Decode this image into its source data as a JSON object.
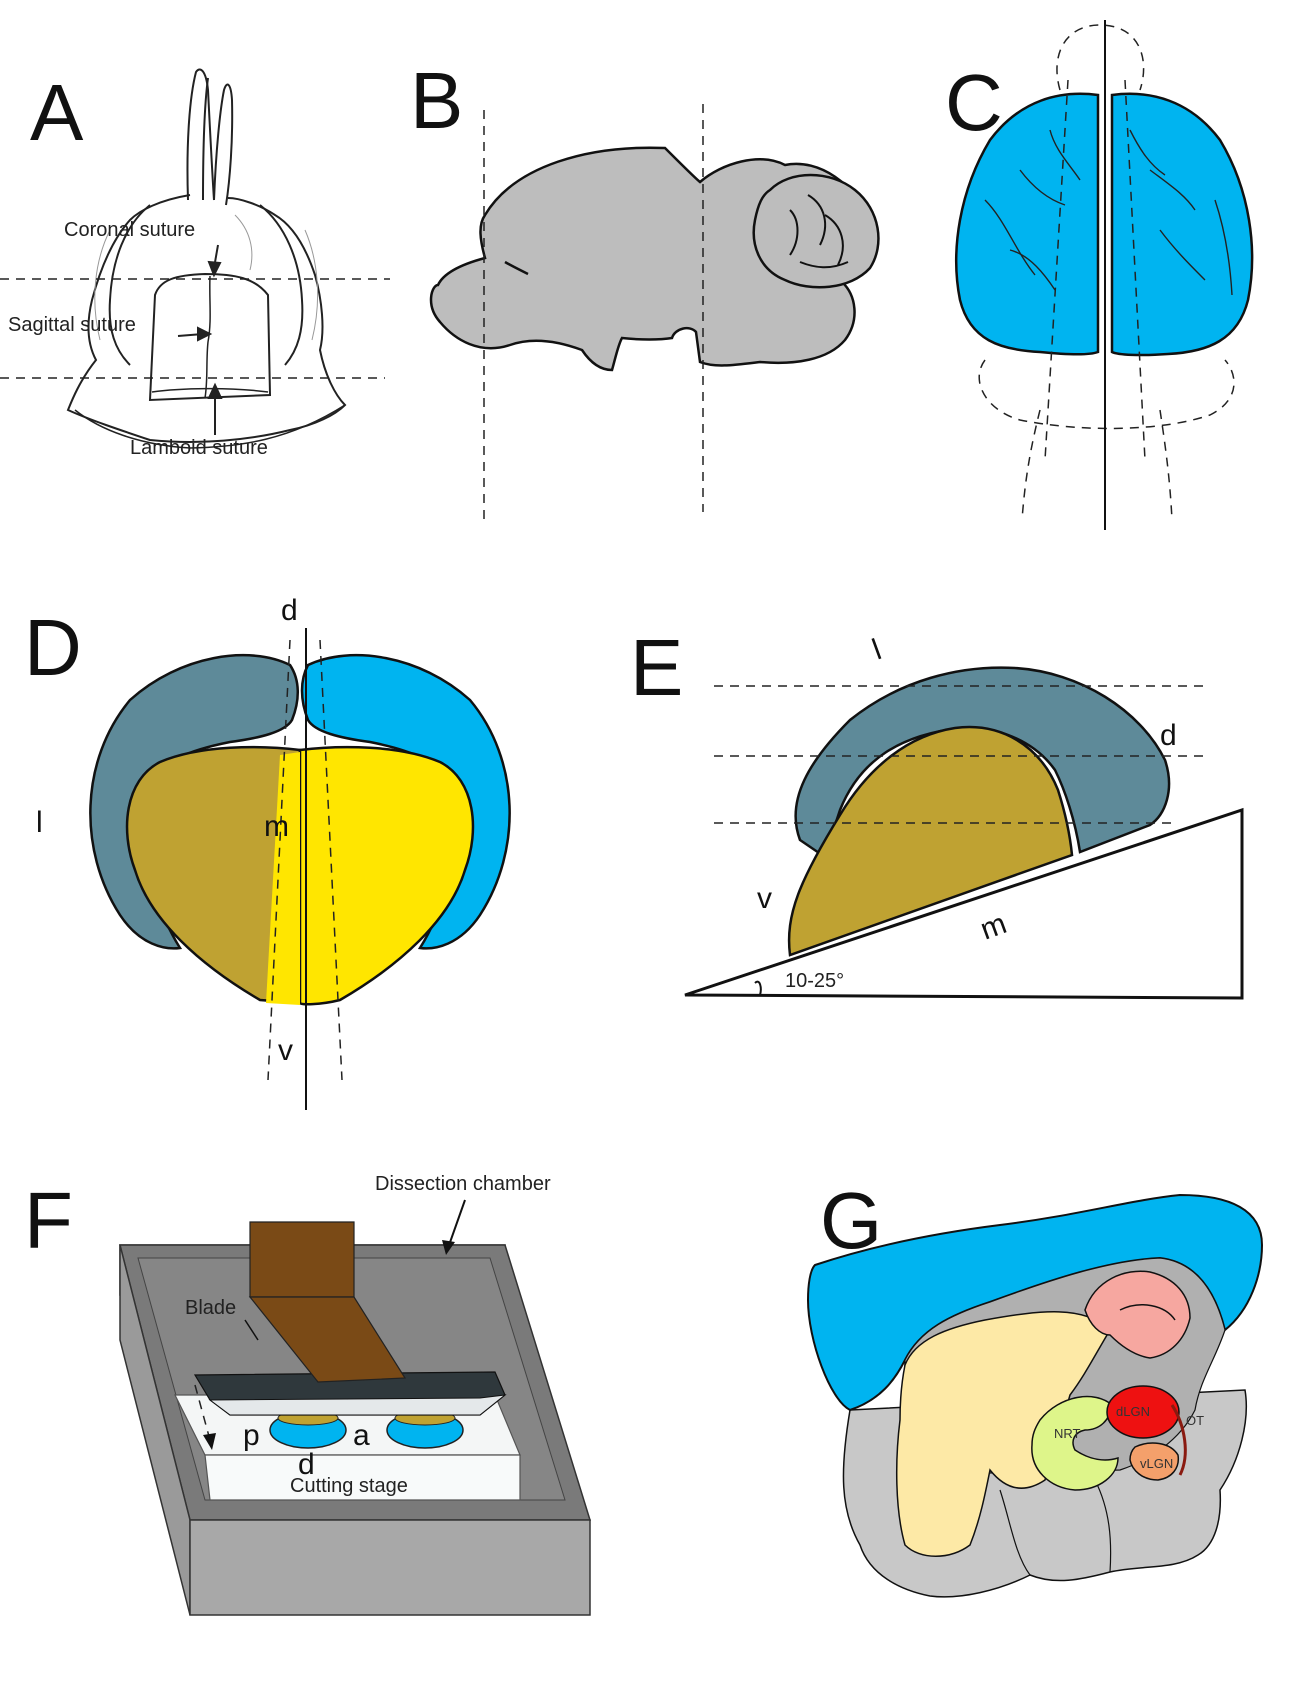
{
  "panels": {
    "A": {
      "letter": "A",
      "labels": {
        "coronal": "Coronal suture",
        "sagittal": "Sagittal suture",
        "lamboid": "Lamboid suture"
      }
    },
    "B": {
      "letter": "B"
    },
    "C": {
      "letter": "C"
    },
    "D": {
      "letter": "D",
      "labels": {
        "d": "d",
        "l": "l",
        "m": "m",
        "v": "v"
      }
    },
    "E": {
      "letter": "E",
      "labels": {
        "l": "l",
        "d": "d",
        "v": "v",
        "m": "m",
        "angle": "10-25°"
      }
    },
    "F": {
      "letter": "F",
      "labels": {
        "chamber": "Dissection chamber",
        "blade": "Blade",
        "p": "p",
        "a": "a",
        "d": "d",
        "stage": "Cutting stage"
      }
    },
    "G": {
      "letter": "G",
      "labels": {
        "dlgn": "dLGN",
        "nrt": "NRT",
        "ot": "OT",
        "vlgn": "vLGN"
      }
    }
  },
  "colors": {
    "cortex_blue": "#00b4f0",
    "cortex_grey": "#5e8a99",
    "thalamus_dark": "#bfa232",
    "thalamus_yellow": "#ffe600",
    "brain_grey": "#bdbdbd",
    "dlgn_red": "#ee1111",
    "hippocampus_pink": "#f6a7a0",
    "nrt_green": "#def58a",
    "thalamus_cream": "#fde9a6",
    "vlgn_orange": "#f4a06b",
    "blade_brown": "#7a4a16"
  }
}
